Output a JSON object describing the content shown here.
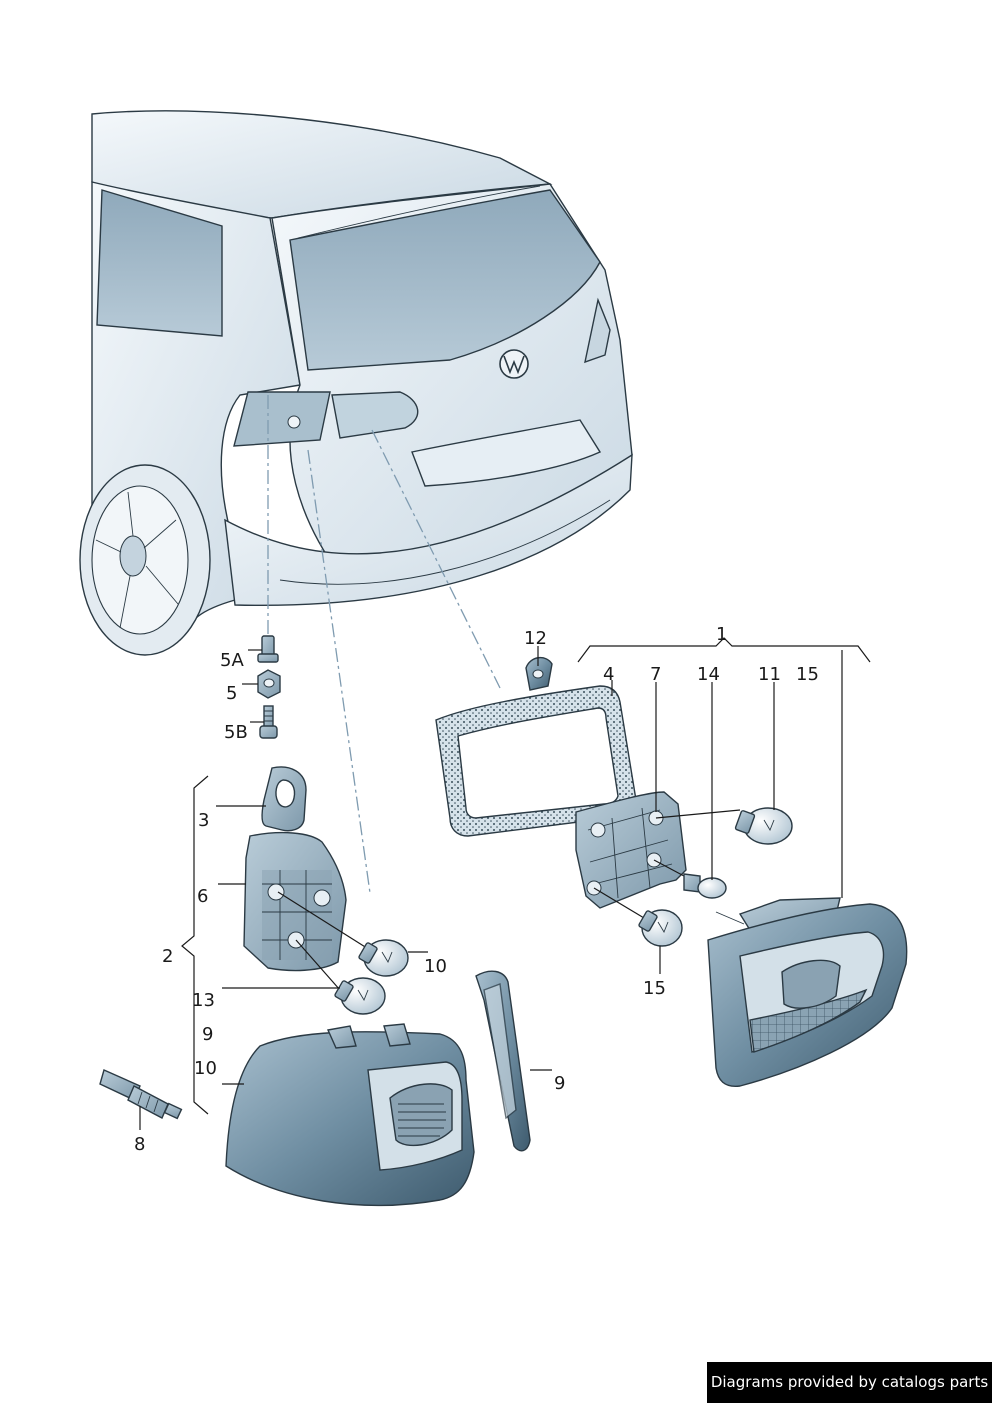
{
  "callouts": {
    "c1": "1",
    "c2": "2",
    "c3": "3",
    "c4": "4",
    "c5": "5",
    "c5a": "5A",
    "c5b": "5B",
    "c6": "6",
    "c7": "7",
    "c8": "8",
    "c9_list": "9",
    "c9": "9",
    "c10_list": "10",
    "c10": "10",
    "c11": "11",
    "c12": "12",
    "c13": "13",
    "c14": "14",
    "c15_top": "15",
    "c15": "15"
  },
  "footer": {
    "text": "Diagrams provided by catalogs parts"
  }
}
